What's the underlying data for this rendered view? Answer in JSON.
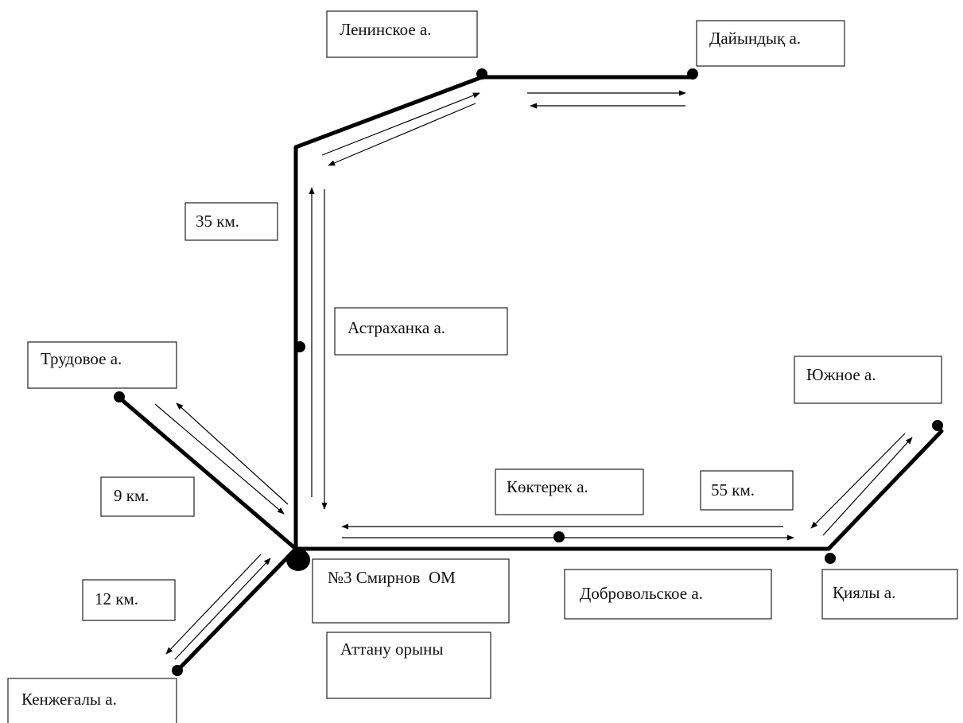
{
  "places": {
    "leninskoe": "Ленинское а.",
    "daiyndyk": "Дайындық а.",
    "astrakhanka": "Астраханка а.",
    "trudovoe": "Трудовое а.",
    "yuzhnoe": "Южное а.",
    "kokterek": "Көктерек а.",
    "dobrovolskoe": "Добровольское а.",
    "kiyaly": "Қиялы а.",
    "kenzhegaly": "Кенжеғалы а."
  },
  "hub": {
    "name": "№3 Смирнов  ОМ",
    "departure": "Аттану орыны"
  },
  "distances": {
    "north": "35 км.",
    "northwest": "9 км.",
    "southwest": "12 км.",
    "east": "55 км."
  }
}
